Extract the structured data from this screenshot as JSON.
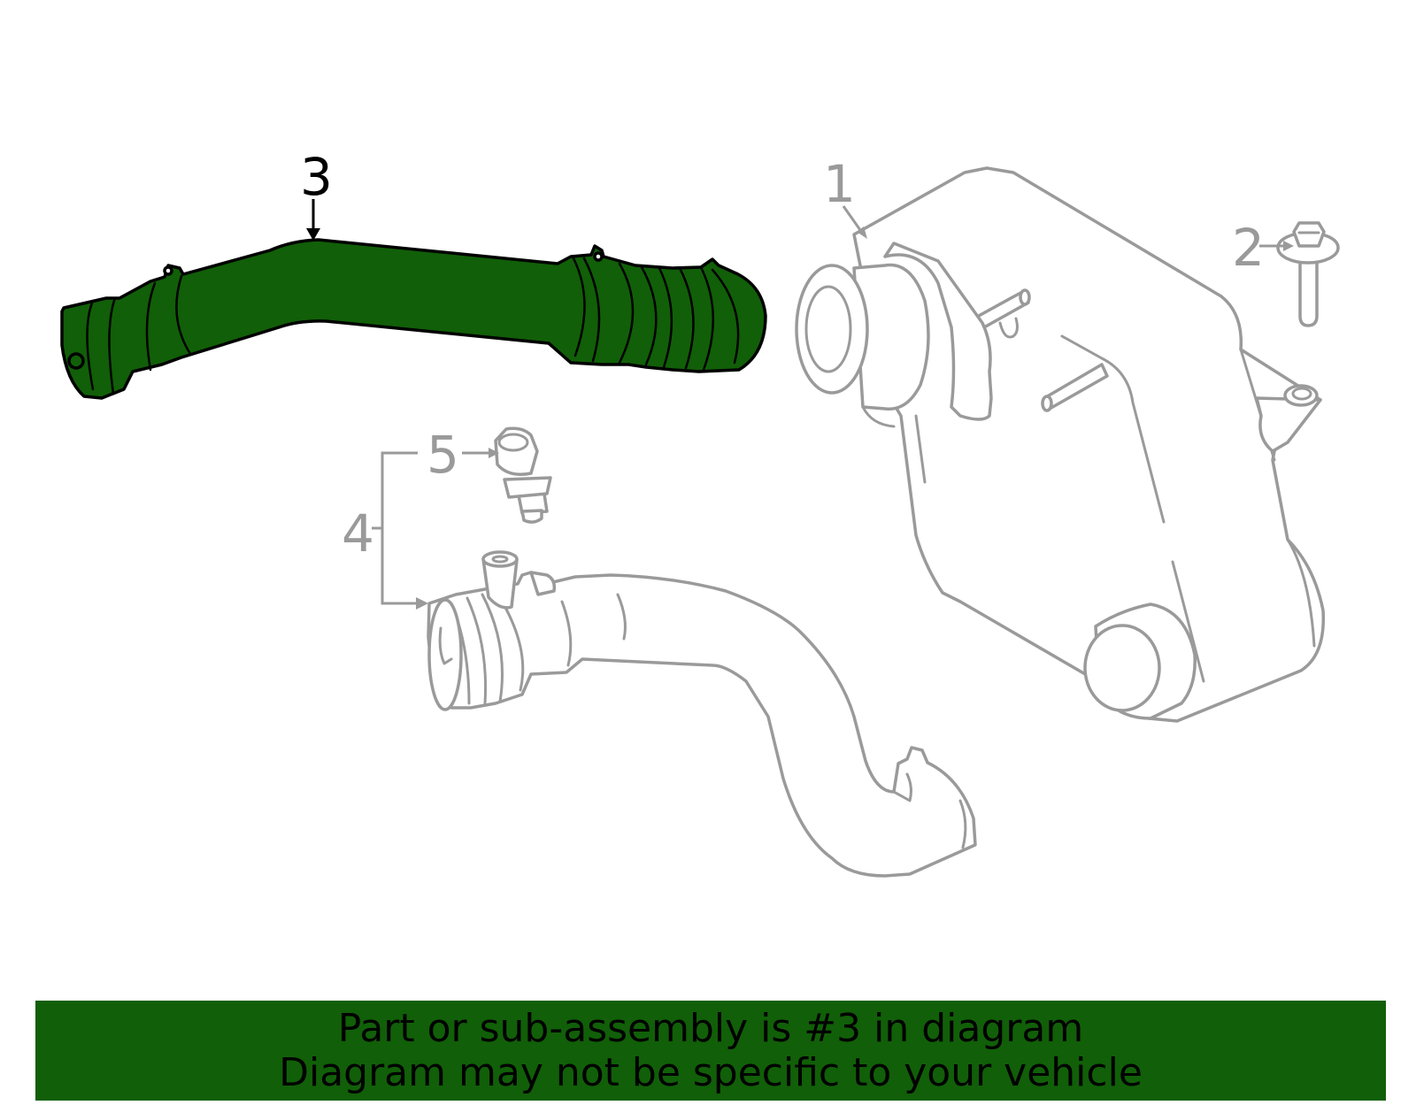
{
  "callouts": {
    "part_1": "1",
    "part_2": "2",
    "part_3": "3",
    "part_4": "4",
    "part_5": "5"
  },
  "highlight": {
    "part_number": "3",
    "color": "#115f08"
  },
  "line_color": "#9a9a9a",
  "banner": {
    "line1": "Part or sub-assembly is #3 in diagram",
    "line2": "Diagram may not be specific to your vehicle",
    "background": "#115f08"
  }
}
